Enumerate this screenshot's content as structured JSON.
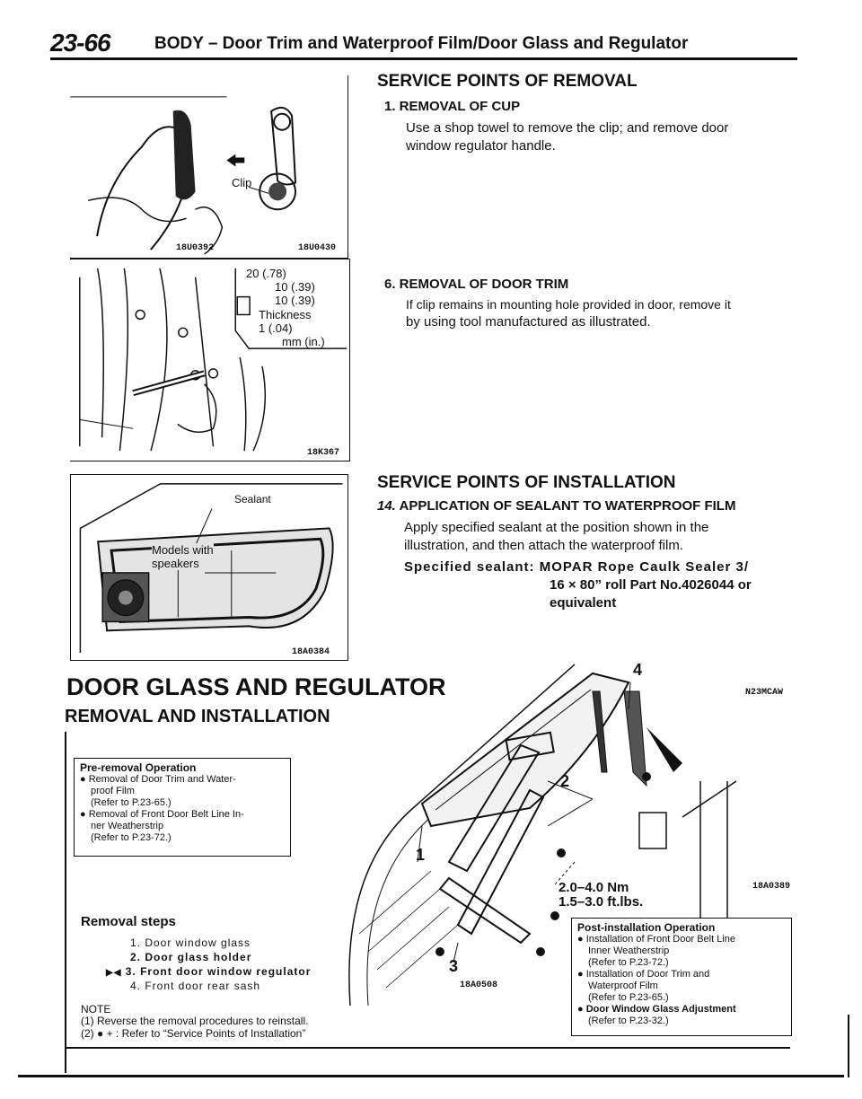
{
  "header": {
    "page_number": "23-66",
    "title": "BODY – Door Trim and Waterproof Film/Door Glass and Regulator"
  },
  "removal_points": {
    "heading": "SERVICE POINTS OF REMOVAL",
    "item1_title": "1. REMOVAL OF CUP",
    "item1_line1": "Use a shop towel to remove the clip; and remove door",
    "item1_line2": "window regulator handle.",
    "item6_title": "6. REMOVAL OF DOOR TRIM",
    "item6_line1": "If clip remains in mounting hole provided in door, remove it",
    "item6_line2": "by using tool manufactured as illustrated."
  },
  "installation_points": {
    "heading": "SERVICE POINTS OF INSTALLATION",
    "item14_num": "14.",
    "item14_title": "APPLICATION OF SEALANT TO WATERPROOF FILM",
    "item14_line1": "Apply specified sealant at the position shown in the",
    "item14_line2": "illustration, and then attach the waterproof film.",
    "sealant_line1": "Specified sealant: MOPAR Rope Caulk Sealer 3/",
    "sealant_line2": "16 × 80” roll Part No.4026044 or",
    "sealant_line3": "equivalent"
  },
  "figures": {
    "fig1": {
      "label_clip": "Clip",
      "code_left": "18U0392",
      "code_right": "18U0430"
    },
    "fig2": {
      "dim1": "20 (.78)",
      "dim2": "10 (.39)",
      "dim3": "10 (.39)",
      "dim4": "Thickness",
      "dim5": "1 (.04)",
      "dim6": "mm (in.)",
      "code": "18K367"
    },
    "fig3": {
      "label_sealant": "Sealant",
      "label_models1": "Models with",
      "label_models2": "speakers",
      "code": "18A0384"
    },
    "main": {
      "callout_1": "1",
      "callout_2": "2",
      "callout_3": "3",
      "callout_4": "4",
      "torque1": "2.0–4.0 Nm",
      "torque2": "1.5–3.0 ft.lbs.",
      "code_top": "N23MCAW",
      "code_right": "18A0389",
      "code_bottom": "18A0508"
    }
  },
  "door_glass": {
    "heading": "DOOR GLASS AND REGULATOR",
    "subheading": "REMOVAL AND INSTALLATION"
  },
  "pre_removal": {
    "title": "Pre-removal Operation",
    "l1": "● Removal of Door Trim and Water-",
    "l2": "proof Film",
    "l3": "(Refer to P.23-65.)",
    "l4": "● Removal of Front Door Belt Line In-",
    "l5": "ner Weatherstrip",
    "l6": "(Refer to P.23-72.)"
  },
  "removal_steps": {
    "title": "Removal steps",
    "s1": "1. Door window glass",
    "s2": "2. Door glass holder",
    "s3_marker": "▶◀",
    "s3": "3. Front door window regulator",
    "s4": "4. Front door rear sash"
  },
  "note": {
    "title": "NOTE",
    "n1": "(1) Reverse the removal procedures to reinstall.",
    "n2": "(2) ● + : Refer to “Service Points of Installation”"
  },
  "post_install": {
    "title": "Post-installation Operation",
    "l1": "● Installation of Front Door Belt Line",
    "l2": "Inner Weatherstrip",
    "l3": "(Refer to P.23-72.)",
    "l4": "● Installation of Door Trim and",
    "l5": "Waterproof Film",
    "l6": "(Refer to P.23-65.)",
    "l7": "● Door Window Glass Adjustment",
    "l8": "(Refer to P.23-32.)"
  }
}
